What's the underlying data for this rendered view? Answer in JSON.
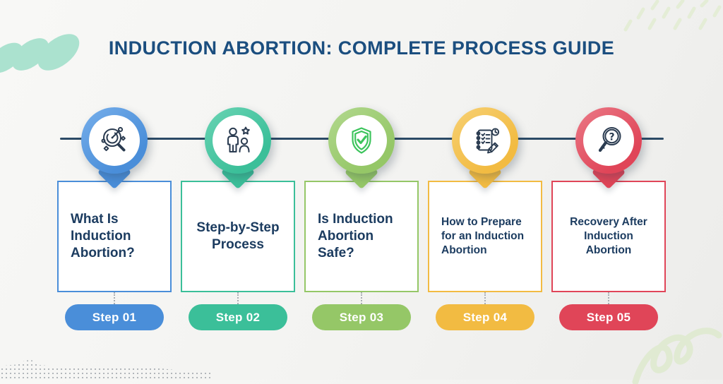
{
  "title": "INDUCTION ABORTION: COMPLETE PROCESS GUIDE",
  "colors": {
    "background": "#f3f3f1",
    "title": "#1b4e7f",
    "timeline": "#2b4a66",
    "card_text": "#1c3c60",
    "badge_text": "#ffffff",
    "icon_stroke_default": "#2a3b50",
    "deco_mint_blob": "#abe2cf",
    "deco_green_dashes": "#e4edd6",
    "deco_green_squiggle": "#e0ead2",
    "deco_gray_dots": "#9aa0a6"
  },
  "steps": [
    {
      "label": "Step 01",
      "heading": "What Is Induction Abortion?",
      "color": "#4a8ed9",
      "color_light": "#70aae8",
      "icon": "search-analytics-icon",
      "icon_stroke": "#2a3b50"
    },
    {
      "label": "Step 02",
      "heading": "Step-by-Step Process",
      "color": "#3bbf99",
      "color_light": "#63d1b0",
      "icon": "people-star-icon",
      "icon_stroke": "#2a3b50"
    },
    {
      "label": "Step 03",
      "heading": "Is Induction Abortion Safe?",
      "color": "#95c767",
      "color_light": "#aed689",
      "icon": "shield-check-icon",
      "icon_stroke": "#3cc45c"
    },
    {
      "label": "Step 04",
      "heading": "How to Prepare for an Induction Abortion",
      "color": "#f2bb42",
      "color_light": "#f6cd6c",
      "icon": "checklist-pencil-icon",
      "icon_stroke": "#2a3b50"
    },
    {
      "label": "Step 05",
      "heading": "Recovery After Induction Abortion",
      "color": "#e04558",
      "color_light": "#e97280",
      "icon": "magnifier-question-icon",
      "icon_stroke": "#2a3b50"
    }
  ]
}
